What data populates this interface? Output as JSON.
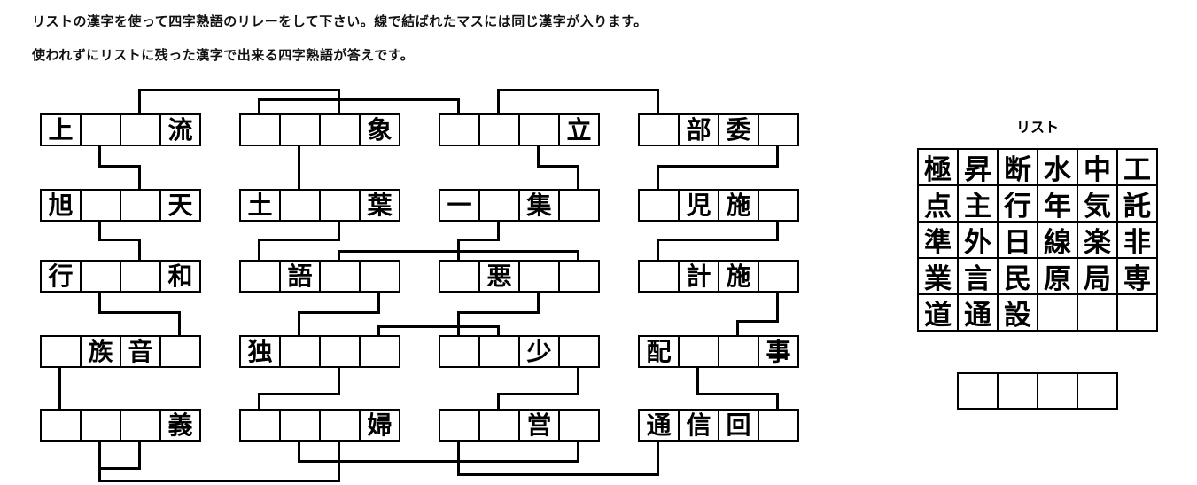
{
  "instructions": {
    "line1": "リストの漢字を使って四字熟語のリレーをして下さい。線で結ばれたマスには同じ漢字が入ります。",
    "line2": "使われずにリストに残った漢字で出来る四字熟語が答えです。"
  },
  "puzzle": {
    "rows": [
      [
        [
          "上",
          "",
          "",
          "流"
        ],
        [
          "",
          "",
          "",
          "象"
        ],
        [
          "",
          "",
          "",
          "立"
        ],
        [
          "",
          "部",
          "委",
          ""
        ]
      ],
      [
        [
          "旭",
          "",
          "",
          "天"
        ],
        [
          "土",
          "",
          "",
          "葉"
        ],
        [
          "一",
          "",
          "集",
          ""
        ],
        [
          "",
          "児",
          "施",
          ""
        ]
      ],
      [
        [
          "行",
          "",
          "",
          "和"
        ],
        [
          "",
          "語",
          "",
          ""
        ],
        [
          "",
          "悪",
          "",
          ""
        ],
        [
          "",
          "計",
          "施",
          ""
        ]
      ],
      [
        [
          "",
          "族",
          "音",
          ""
        ],
        [
          "独",
          "",
          "",
          ""
        ],
        [
          "",
          "",
          "少",
          ""
        ],
        [
          "配",
          "",
          "",
          "事"
        ]
      ],
      [
        [
          "",
          "",
          "",
          "義"
        ],
        [
          "",
          "",
          "",
          "婦"
        ],
        [
          "",
          "",
          "営",
          ""
        ],
        [
          "通",
          "信",
          "回",
          ""
        ]
      ]
    ],
    "layout": {
      "box_lefts": [
        45,
        270,
        495,
        720
      ],
      "row_tops": [
        128,
        213,
        293,
        378,
        461
      ]
    }
  },
  "links": [
    {
      "between": [
        "r1b1c3",
        "r1b2c3"
      ],
      "segments": [
        [
          "v",
          157,
          101,
          27
        ],
        [
          "h",
          157,
          101,
          225
        ],
        [
          "v",
          382,
          101,
          27
        ]
      ]
    },
    {
      "between": [
        "r1b2c1",
        "r1b3c1"
      ],
      "segments": [
        [
          "v",
          292,
          112,
          16
        ],
        [
          "h",
          292,
          112,
          225
        ],
        [
          "v",
          517,
          112,
          16
        ]
      ]
    },
    {
      "between": [
        "r1b3c2",
        "r1b4c1"
      ],
      "segments": [
        [
          "v",
          562,
          101,
          27
        ],
        [
          "h",
          562,
          101,
          180
        ],
        [
          "v",
          742,
          101,
          27
        ]
      ]
    },
    {
      "between": [
        "r1b1c2",
        "r2b1c3"
      ],
      "segments": [
        [
          "v",
          112,
          165,
          24
        ],
        [
          "h",
          112,
          187,
          45
        ],
        [
          "v",
          157,
          187,
          26
        ]
      ]
    },
    {
      "between": [
        "r1b2c2",
        "r2b2c2"
      ],
      "segments": [
        [
          "v",
          337,
          165,
          48
        ]
      ]
    },
    {
      "between": [
        "r1b3c3",
        "r2b3c4"
      ],
      "segments": [
        [
          "v",
          607,
          165,
          24
        ],
        [
          "h",
          607,
          187,
          45
        ],
        [
          "v",
          652,
          187,
          26
        ]
      ]
    },
    {
      "between": [
        "r1b4c4",
        "r2b4c1"
      ],
      "segments": [
        [
          "v",
          877,
          165,
          24
        ],
        [
          "h",
          742,
          187,
          135
        ],
        [
          "v",
          742,
          187,
          26
        ]
      ]
    },
    {
      "between": [
        "r2b1c2",
        "r3b1c3"
      ],
      "segments": [
        [
          "v",
          112,
          250,
          22
        ],
        [
          "h",
          112,
          270,
          45
        ],
        [
          "v",
          157,
          270,
          23
        ]
      ]
    },
    {
      "between": [
        "r2b2c3",
        "r3b2c1"
      ],
      "segments": [
        [
          "v",
          382,
          250,
          22
        ],
        [
          "h",
          292,
          270,
          90
        ],
        [
          "v",
          292,
          270,
          23
        ]
      ]
    },
    {
      "between": [
        "r2b3c2",
        "r3b3c1"
      ],
      "segments": [
        [
          "v",
          562,
          250,
          22
        ],
        [
          "h",
          517,
          270,
          45
        ],
        [
          "v",
          517,
          270,
          23
        ]
      ]
    },
    {
      "between": [
        "r3b2c3",
        "r3b3c4"
      ],
      "segments": [
        [
          "v",
          382,
          283,
          10
        ],
        [
          "h",
          382,
          283,
          270
        ],
        [
          "v",
          652,
          283,
          10
        ]
      ]
    },
    {
      "between": [
        "r2b4c4",
        "r3b4c1"
      ],
      "segments": [
        [
          "v",
          877,
          250,
          22
        ],
        [
          "h",
          742,
          270,
          135
        ],
        [
          "v",
          742,
          270,
          23
        ]
      ]
    },
    {
      "between": [
        "r3b1c2",
        "r4b1c4"
      ],
      "segments": [
        [
          "v",
          112,
          330,
          24
        ],
        [
          "h",
          112,
          352,
          90
        ],
        [
          "v",
          202,
          352,
          26
        ]
      ]
    },
    {
      "between": [
        "r3b2c4",
        "r4b2c2"
      ],
      "segments": [
        [
          "v",
          427,
          330,
          24
        ],
        [
          "h",
          337,
          352,
          90
        ],
        [
          "v",
          337,
          352,
          26
        ]
      ]
    },
    {
      "between": [
        "r3b3c3",
        "r4b3c1"
      ],
      "segments": [
        [
          "v",
          607,
          330,
          24
        ],
        [
          "h",
          517,
          352,
          90
        ],
        [
          "v",
          517,
          352,
          26
        ]
      ]
    },
    {
      "between": [
        "r4b2c4",
        "r4b3c2"
      ],
      "segments": [
        [
          "v",
          427,
          368,
          10
        ],
        [
          "h",
          427,
          368,
          135
        ],
        [
          "v",
          562,
          368,
          10
        ]
      ]
    },
    {
      "between": [
        "r3b4c4",
        "r4b4c3"
      ],
      "segments": [
        [
          "v",
          877,
          330,
          34
        ],
        [
          "h",
          832,
          362,
          45
        ],
        [
          "v",
          832,
          362,
          16
        ]
      ]
    },
    {
      "between": [
        "r4b1c1",
        "r5b1c1"
      ],
      "segments": [
        [
          "v",
          67,
          415,
          46
        ]
      ]
    },
    {
      "between": [
        "r4b2c3",
        "r5b2c1"
      ],
      "segments": [
        [
          "v",
          382,
          415,
          31
        ],
        [
          "h",
          292,
          444,
          90
        ],
        [
          "v",
          292,
          444,
          17
        ]
      ]
    },
    {
      "between": [
        "r4b3c4",
        "r5b3c2"
      ],
      "segments": [
        [
          "v",
          652,
          415,
          31
        ],
        [
          "h",
          562,
          444,
          90
        ],
        [
          "v",
          562,
          444,
          17
        ]
      ]
    },
    {
      "between": [
        "r4b4c2",
        "r5b4c4"
      ],
      "segments": [
        [
          "v",
          787,
          415,
          31
        ],
        [
          "h",
          787,
          444,
          90
        ],
        [
          "v",
          877,
          444,
          17
        ]
      ]
    },
    {
      "between": [
        "r5b1c2",
        "r5b1c3"
      ],
      "segments": [
        [
          "v",
          112,
          498,
          32
        ],
        [
          "h",
          112,
          528,
          45
        ],
        [
          "v",
          157,
          498,
          32
        ]
      ]
    },
    {
      "between": [
        "r5b1c2",
        "r5b2c3"
      ],
      "segments": [
        [
          "v",
          112,
          498,
          46
        ],
        [
          "h",
          112,
          542,
          270
        ],
        [
          "v",
          382,
          498,
          46
        ]
      ]
    },
    {
      "between": [
        "r5b2c2",
        "r5b3c4"
      ],
      "segments": [
        [
          "v",
          337,
          498,
          24
        ],
        [
          "h",
          337,
          520,
          315
        ],
        [
          "v",
          652,
          498,
          24
        ]
      ]
    },
    {
      "between": [
        "r5b3c1",
        "r5b4c1"
      ],
      "segments": [
        [
          "v",
          517,
          498,
          39
        ],
        [
          "h",
          517,
          535,
          225
        ],
        [
          "v",
          742,
          498,
          39
        ]
      ]
    }
  ],
  "list": {
    "title": "リスト",
    "rows": [
      [
        "極",
        "昇",
        "断",
        "水",
        "中",
        "工"
      ],
      [
        "点",
        "主",
        "行",
        "年",
        "気",
        "託"
      ],
      [
        "準",
        "外",
        "日",
        "線",
        "楽",
        "非"
      ],
      [
        "業",
        "言",
        "民",
        "原",
        "局",
        "専"
      ],
      [
        "道",
        "通",
        "設",
        "",
        "",
        ""
      ]
    ]
  },
  "answer": {
    "cells": [
      "",
      "",
      "",
      ""
    ]
  }
}
